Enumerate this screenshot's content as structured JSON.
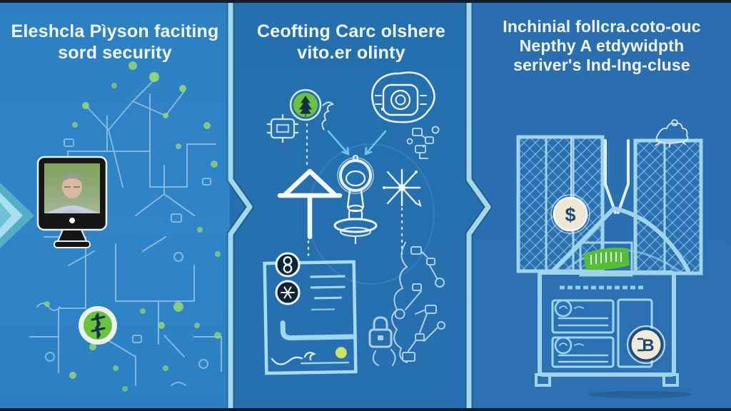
{
  "figure": {
    "description": "Three-step blue infographic with hand-sketched doodle art and garbled AI-generated headings",
    "step_count": 3
  },
  "panels": [
    {
      "id": "step-1",
      "title_lines": [
        "Eleshcla Pìyson faciting",
        "sord security"
      ],
      "art": [
        "network-doodle",
        "monitor-with-portrait",
        "medical-badge"
      ]
    },
    {
      "id": "step-2",
      "title_lines": [
        "Ceofting Carc olshere",
        "vito.er olinty"
      ],
      "art": [
        "tree-badge",
        "chip",
        "camera-doodle",
        "up-arrow",
        "pendant",
        "snowflake",
        "signed-document",
        "link-badge",
        "asterisk-badge",
        "flowchart-doodle"
      ]
    },
    {
      "id": "step-3",
      "title_lines": [
        "Inchinial follcra.coto-ouc",
        "Nepthy A etdywidpth",
        "seriver's Ind-Ing-cluse"
      ],
      "art": [
        "hatched-panels",
        "house-sketch",
        "dollar-coin",
        "green-banner",
        "record-cards",
        "currency-badge"
      ]
    }
  ],
  "glyphs": {
    "dollar": "$",
    "currency": "B"
  },
  "colors": {
    "panel1_bg": "#2e83c5",
    "panel2_bg": "#2470ae",
    "panel3_bg": "#2a6fb0",
    "divider_light_blue": "#a2d8e8",
    "heading_text": "#f2f7fb",
    "sketch_line": "#bfe2f2",
    "badge_green": "#6cc23c",
    "node_green": "#98da6e",
    "badge_navy": "#0e2438",
    "coin_cream": "#ece6d2",
    "banner_green": "#56bd36",
    "arrow_blue": "#6fc4ec"
  },
  "icons": {
    "medical-badge-icon": "green circle, dark caduceus squiggle",
    "tree-badge-icon": "green circle, dark tree mark",
    "chip-icon": "sketched square with pins",
    "camera-icon": "sketched webcam in blob",
    "up-arrow-icon": "large white outline arrow",
    "snowflake-icon": "six-spoke asterisk",
    "link-badge-icon": "navy circle, white chain-8",
    "asterisk-badge-icon": "navy circle, white snowflake",
    "dollar-coin-icon": "cream coin with $",
    "currency-badge-icon": "cream circle with B",
    "chevron-divider-icon": "light blue line with right chevron",
    "edge-arrow-icon": "teal right-pointing triangle"
  }
}
